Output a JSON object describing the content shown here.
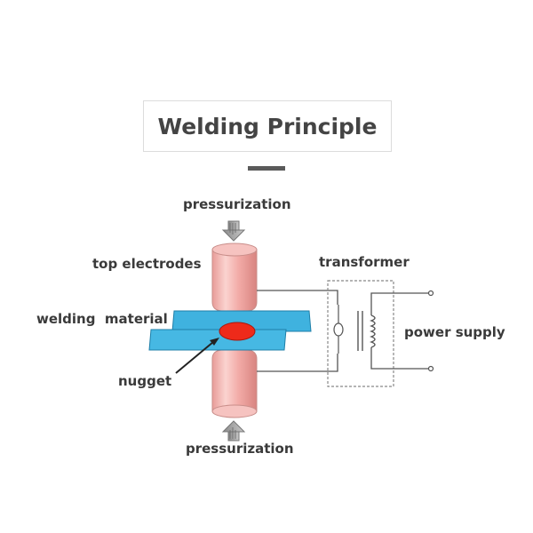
{
  "title": "Welding Principle",
  "labels": {
    "pressurization_top": "pressurization",
    "top_electrodes": "top electrodes",
    "transformer": "transformer",
    "welding_material": "welding  material",
    "power_supply": "power supply",
    "nugget": "nugget",
    "pressurization_bottom": "pressurization"
  },
  "colors": {
    "electrode": "#f3b3b0",
    "electrode_edge": "#c98e8a",
    "plate": "#3fb2df",
    "plate_edge": "#1f7fa8",
    "nugget": "#ee2a1a",
    "wire": "#555555",
    "text": "#3a3a3a"
  }
}
